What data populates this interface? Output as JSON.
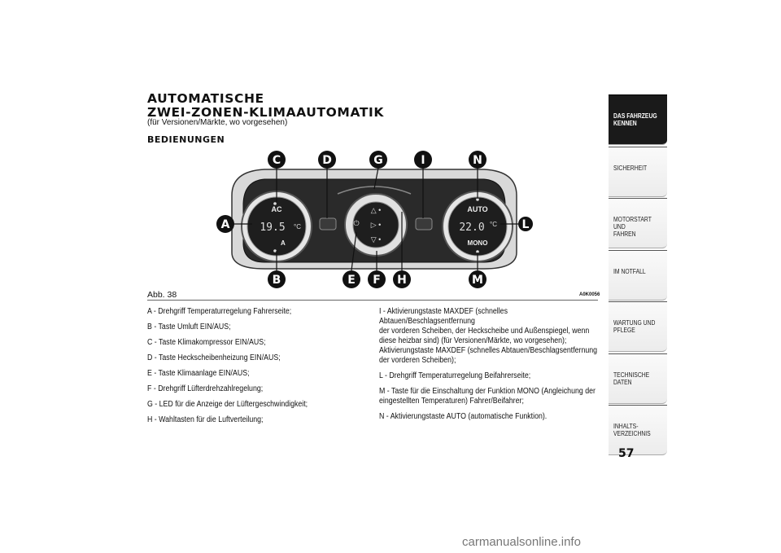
{
  "heading": {
    "line1": "AUTOMATISCHE",
    "line2": "ZWEI-ZONEN-KLIMAAUTOMATIK",
    "subtitle": "(für Versionen/Märkte, wo vorgesehen)",
    "section": "BEDIENUNGEN"
  },
  "figure": {
    "caption": "Abb. 38",
    "code": "A0K0056",
    "callouts": [
      "A",
      "B",
      "C",
      "D",
      "E",
      "F",
      "G",
      "H",
      "I",
      "L",
      "M",
      "N"
    ],
    "panel": {
      "ac": "AC",
      "temp_left": "19.5",
      "temp_right": "22.0",
      "unit": "°C",
      "recirc": "A",
      "auto": "AUTO",
      "mono": "MONO"
    }
  },
  "legend_left": [
    "A - Drehgriff Temperaturregelung Fahrerseite;",
    "B - Taste Umluft EIN/AUS;",
    "C - Taste Klimakompressor EIN/AUS;",
    "D - Taste Heckscheibenheizung EIN/AUS;",
    "E - Taste Klimaanlage EIN/AUS;",
    "F - Drehgriff Lüfterdrehzahlregelung;",
    "G - LED für die Anzeige der Lüftergeschwindigkeit;",
    "H - Wahltasten für die Luftverteilung;"
  ],
  "legend_right": [
    "I - Aktivierungstaste MAXDEF (schnelles Abtauen/Beschlagsentfernung\nder vorderen Scheiben, der Heckscheibe und Außenspiegel, wenn\ndiese heizbar sind) (für Versionen/Märkte, wo vorgesehen);\nAktivierungstaste MAXDEF (schnelles Abtauen/Beschlagsentfernung\nder vorderen Scheiben);",
    "L - Drehgriff Temperaturregelung Beifahrerseite;",
    "M - Taste für die Einschaltung der Funktion MONO (Angleichung der\neingestellten Temperaturen) Fahrer/Beifahrer;",
    "N - Aktivierungstaste AUTO (automatische Funktion)."
  ],
  "sidebar": [
    {
      "label": "DAS FAHRZEUG\nKENNEN",
      "active": true
    },
    {
      "label": "SICHERHEIT",
      "active": false
    },
    {
      "label": "MOTORSTART UND\nFAHREN",
      "active": false
    },
    {
      "label": "IM NOTFALL",
      "active": false
    },
    {
      "label": "WARTUNG UND\nPFLEGE",
      "active": false
    },
    {
      "label": "TECHNISCHE DATEN",
      "active": false
    },
    {
      "label": "INHALTS-\nVERZEICHNIS",
      "active": false
    }
  ],
  "page_number": "57",
  "watermark": "carmanualsonline.info"
}
